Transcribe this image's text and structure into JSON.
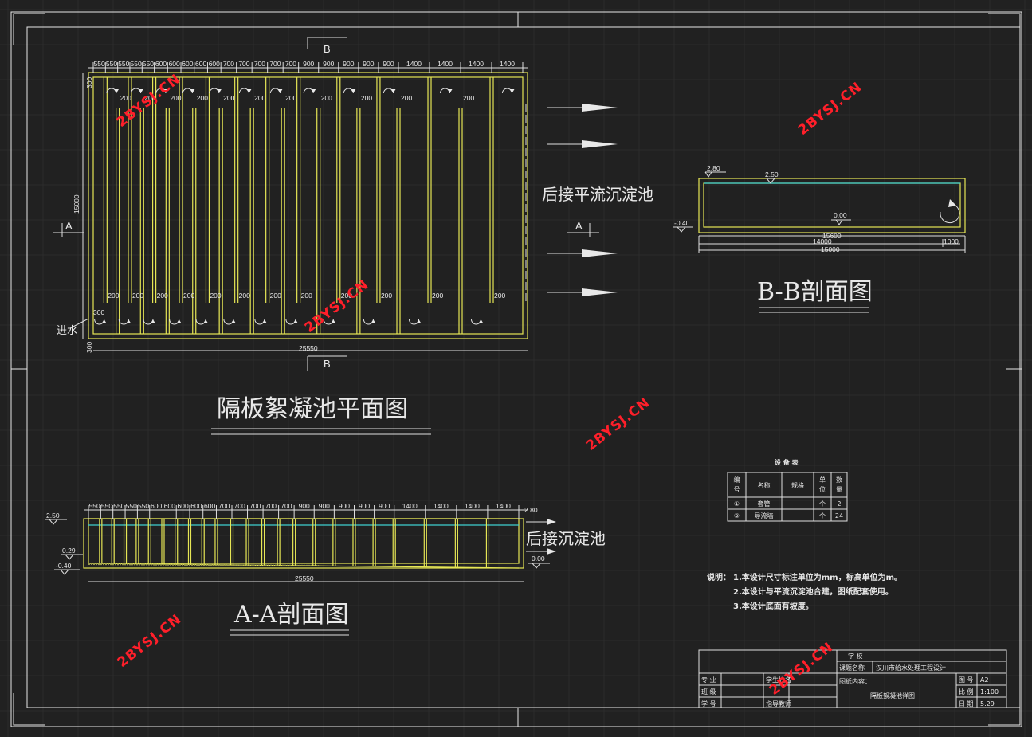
{
  "plan": {
    "title": "隔板絮凝池平面图",
    "top_dims": [
      "550",
      "550",
      "550",
      "550",
      "550",
      "600",
      "600",
      "600",
      "600",
      "600",
      "700",
      "700",
      "700",
      "700",
      "700",
      "900",
      "900",
      "900",
      "900",
      "900",
      "1400",
      "1400",
      "1400",
      "1400"
    ],
    "length": "25550",
    "width": "15000",
    "edge_dim": "300",
    "gap_label": "200",
    "section_a": "A",
    "section_b": "B",
    "inlet": "进水",
    "outlet": "后接平流沉淀池"
  },
  "bb": {
    "title": "B-B剖面图",
    "el_top": "2.80",
    "el_water": "2.50",
    "el_bottom": "0.00",
    "el_base": "-0.40",
    "dim_inner": "15600",
    "dim_14000": "14000",
    "dim_1000": "1000",
    "dim_total": "15000"
  },
  "aa": {
    "title": "A-A剖面图",
    "top_dims": [
      "550",
      "550",
      "550",
      "550",
      "550",
      "600",
      "600",
      "600",
      "600",
      "600",
      "700",
      "700",
      "700",
      "700",
      "700",
      "900",
      "900",
      "900",
      "900",
      "900",
      "1400",
      "1400",
      "1400",
      "1400"
    ],
    "el_top": "2.80",
    "el_water": "2.50",
    "el_029": "0.29",
    "el_base": "-0.40",
    "el_end": "0.00",
    "length": "25550",
    "outlet": "后接沉淀池"
  },
  "equipment": {
    "title": "设 备 表",
    "headers": [
      "编号",
      "名称",
      "规格",
      "单位",
      "数量"
    ],
    "rows": [
      [
        "①",
        "套管",
        "",
        "个",
        "2"
      ],
      [
        "②",
        "导流墙",
        "",
        "个",
        "24"
      ]
    ]
  },
  "notes": {
    "label": "说明：",
    "lines": [
      "1.本设计尺寸标注单位为mm，标高单位为m。",
      "2.本设计与平流沉淀池合建，图纸配套使用。",
      "3.本设计底面有坡度。"
    ]
  },
  "title_block": {
    "school": "学 校",
    "project_label": "课题名称",
    "project": "汉川市给水处理工程设计",
    "content_label": "图纸内容：",
    "content": "隔板絮凝池详图",
    "left_labels": [
      "专 业",
      "班 级",
      "学 号"
    ],
    "mid_labels": [
      "学生姓名",
      "",
      "指导教师"
    ],
    "sheet_labels": [
      "图 号",
      "比 例",
      "日 期"
    ],
    "sheet_values": [
      "A2",
      "1:100",
      "5.29"
    ]
  },
  "watermark": "2BYSJ.CN"
}
